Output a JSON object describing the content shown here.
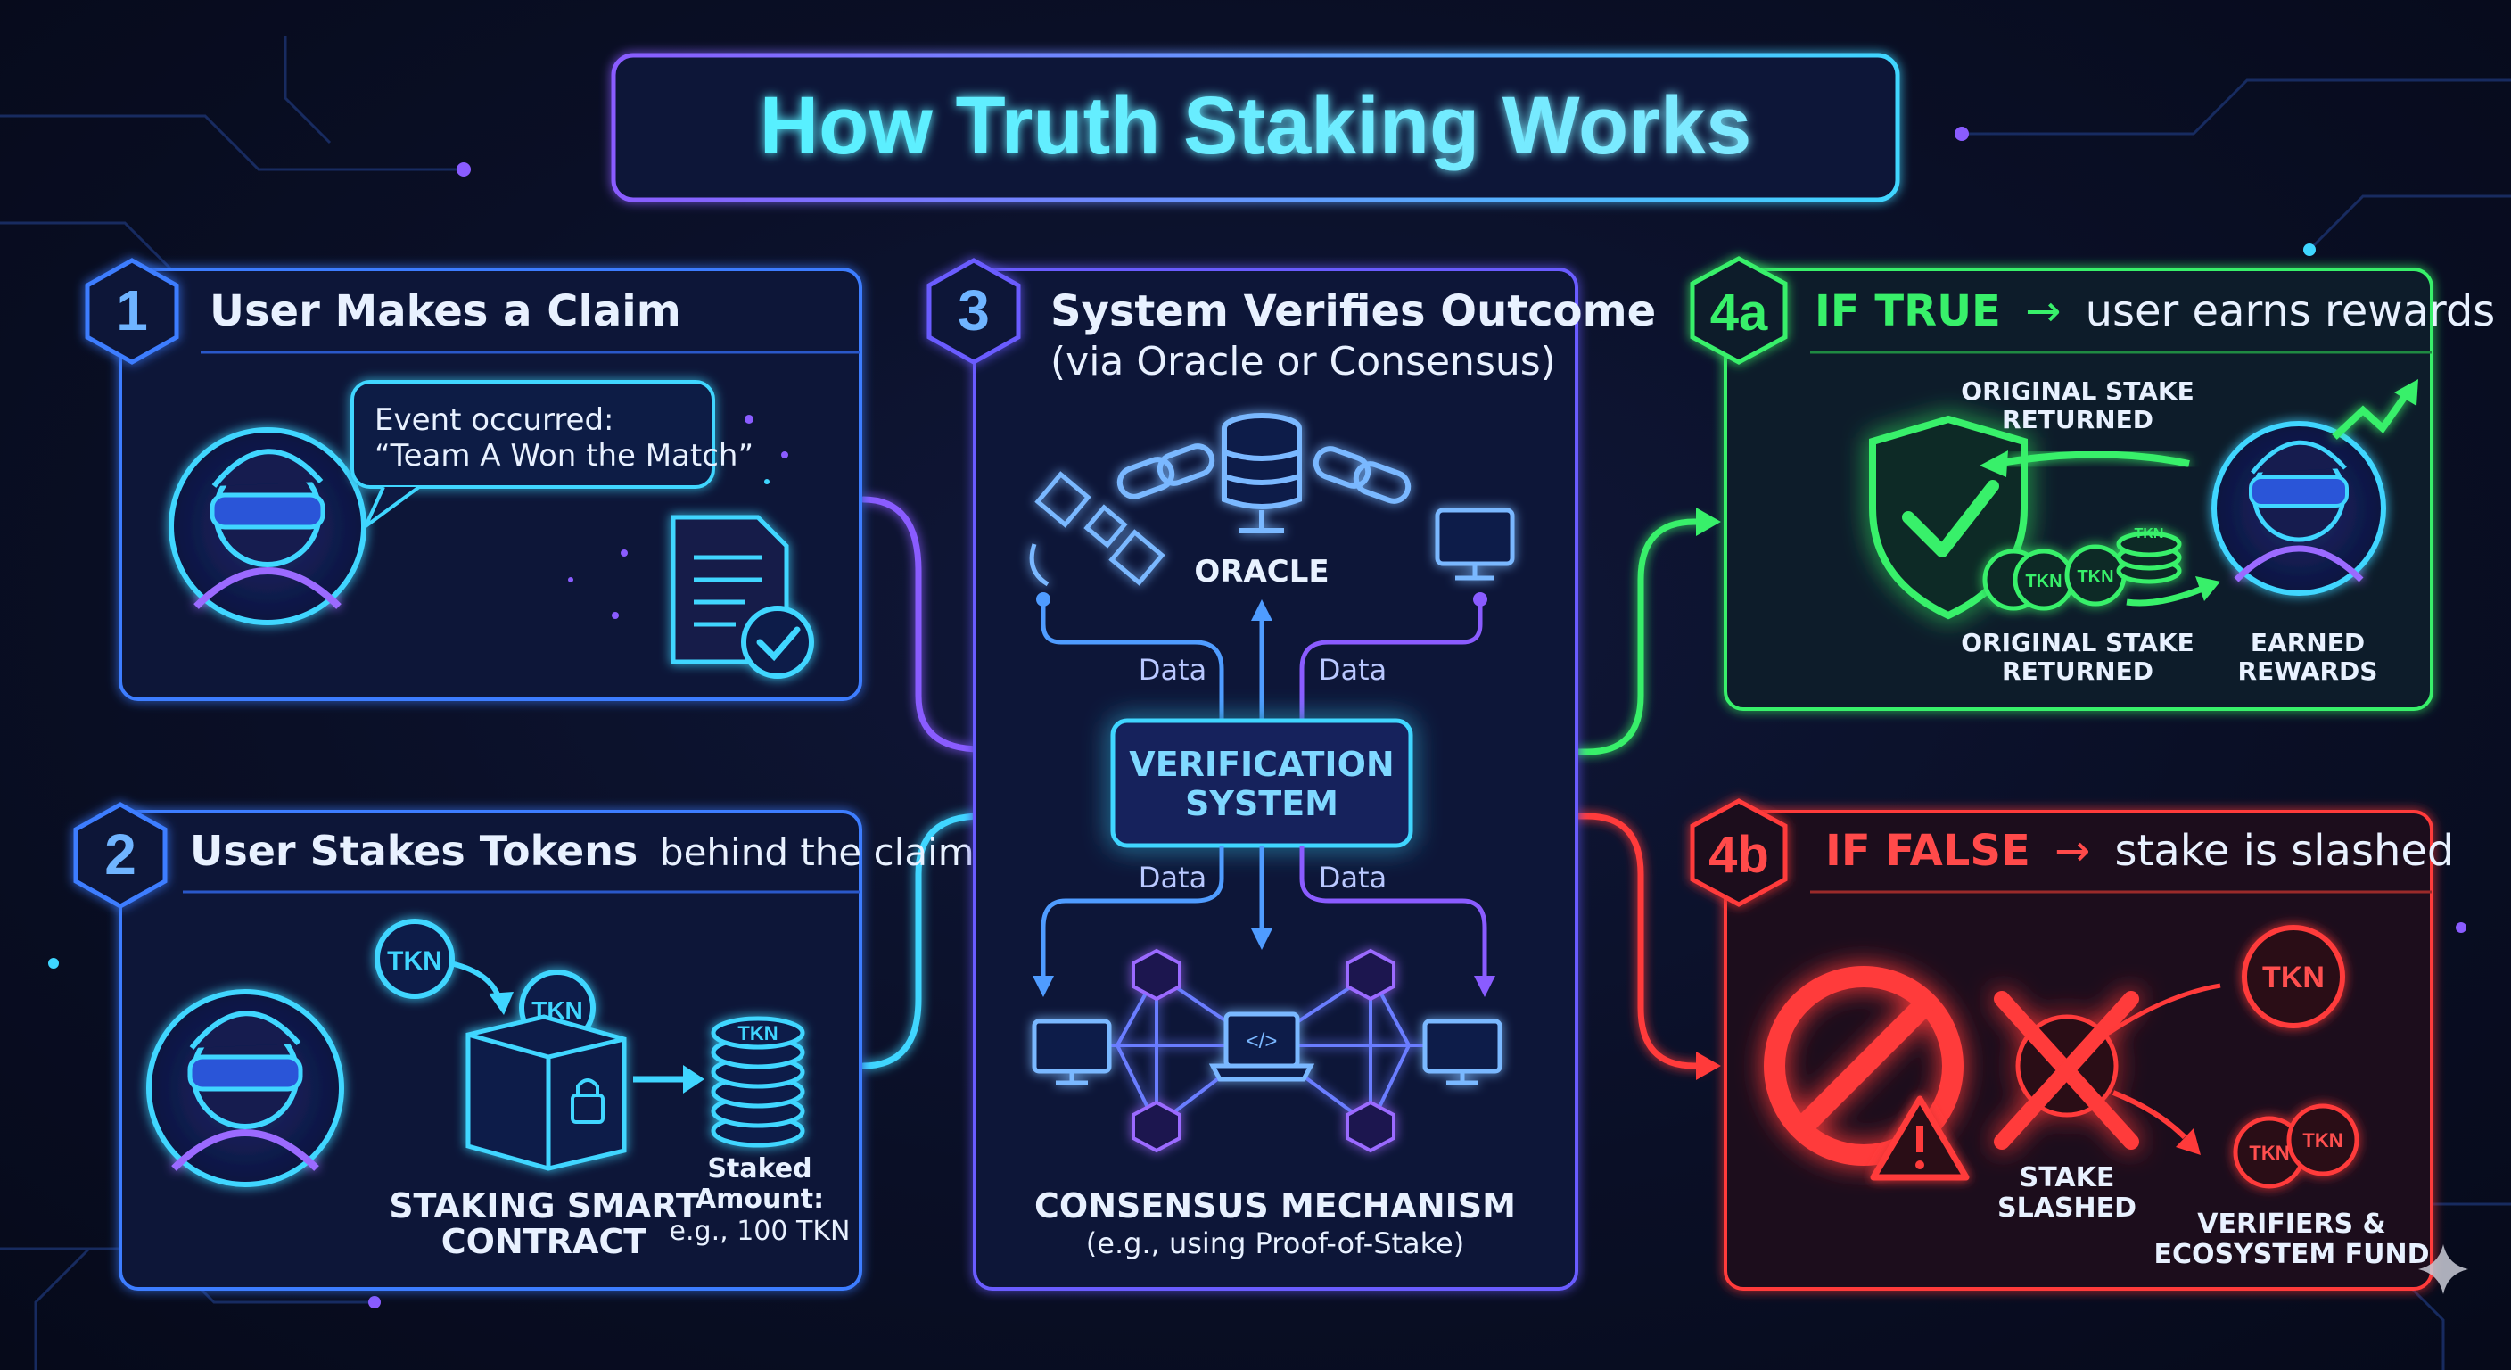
{
  "title": "How Truth Staking Works",
  "colors": {
    "cyan": "#3fd6ff",
    "blue": "#3f7bff",
    "purple": "#8a5cff",
    "green": "#38f06a",
    "red": "#ff3a3a",
    "text": "#e8f1ff"
  },
  "step1": {
    "number": "1",
    "title": "User Makes a Claim",
    "bubble_line1": "Event occurred:",
    "bubble_line2": "“Team A Won the Match”"
  },
  "step2": {
    "number": "2",
    "title_bold": "User Stakes Tokens",
    "title_rest": "behind the claim",
    "token_label": "TKN",
    "contract_line1": "STAKING SMART",
    "contract_line2": "CONTRACT",
    "staked_line1": "Staked",
    "staked_line2": "Amount:",
    "staked_line3": "e.g., 100 TKN"
  },
  "step3": {
    "number": "3",
    "title": "System Verifies Outcome",
    "subtitle": "(via Oracle or Consensus)",
    "oracle_label": "ORACLE",
    "data_label": "Data",
    "verification_line1": "VERIFICATION",
    "verification_line2": "SYSTEM",
    "consensus_label": "CONSENSUS MECHANISM",
    "consensus_sub": "(e.g., using Proof-of-Stake)"
  },
  "step4a": {
    "number": "4a",
    "title_bold": "IF TRUE",
    "title_rest": "user earns rewards",
    "top_label_line1": "ORIGINAL STAKE",
    "top_label_line2": "RETURNED",
    "bottom_label_line1": "ORIGINAL STAKE",
    "bottom_label_line2": "RETURNED",
    "rewards_line1": "EARNED",
    "rewards_line2": "REWARDS",
    "token_label": "TKN"
  },
  "step4b": {
    "number": "4b",
    "title_bold": "IF FALSE",
    "title_rest": "stake is slashed",
    "slashed_line1": "STAKE",
    "slashed_line2": "SLASHED",
    "fund_line1": "VERIFIERS &",
    "fund_line2": "ECOSYSTEM FUND",
    "token_label": "TKN"
  }
}
